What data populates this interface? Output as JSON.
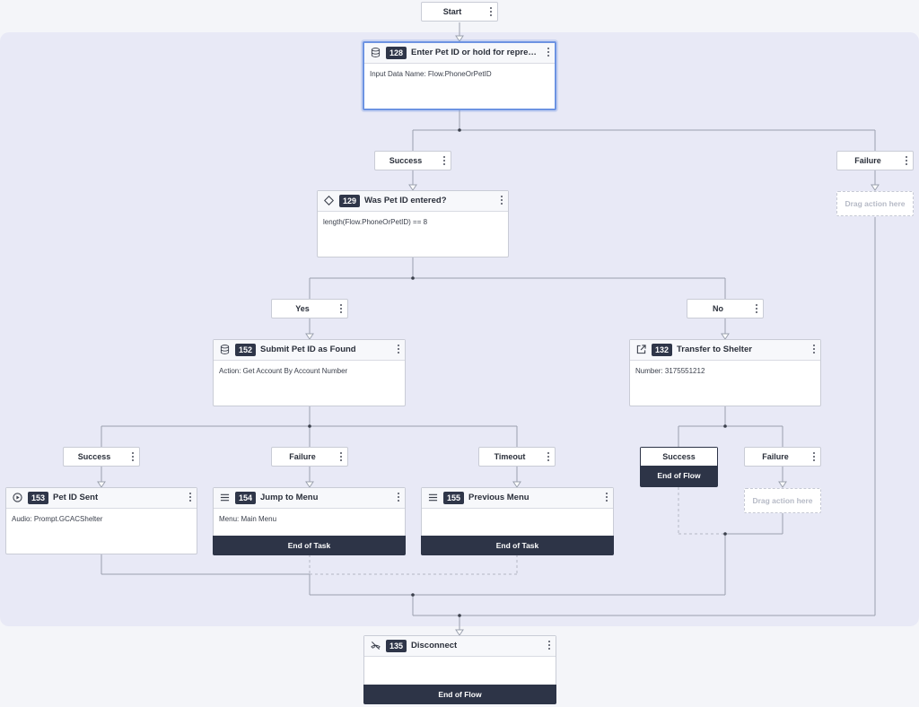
{
  "start": {
    "label": "Start"
  },
  "nodes": {
    "n128": {
      "number": "128",
      "title": "Enter Pet ID or hold for representative",
      "body": "Input Data Name: Flow.PhoneOrPetID",
      "icon": "database-icon"
    },
    "n129": {
      "number": "129",
      "title": "Was Pet ID entered?",
      "body": "length(Flow.PhoneOrPetID) == 8",
      "icon": "decision-diamond-icon"
    },
    "n152": {
      "number": "152",
      "title": "Submit Pet ID as Found",
      "body": "Action: Get Account By Account Number",
      "icon": "database-icon"
    },
    "n132": {
      "number": "132",
      "title": "Transfer to Shelter",
      "body": "Number: 3175551212",
      "icon": "external-transfer-icon"
    },
    "n153": {
      "number": "153",
      "title": "Pet ID Sent",
      "body": "Audio: Prompt.GCACShelter",
      "icon": "play-icon"
    },
    "n154": {
      "number": "154",
      "title": "Jump to Menu",
      "body": "Menu: Main Menu",
      "footer": "End of Task",
      "icon": "menu-lines-icon"
    },
    "n155": {
      "number": "155",
      "title": "Previous Menu",
      "body": "",
      "footer": "End of Task",
      "icon": "menu-lines-icon"
    },
    "n135": {
      "number": "135",
      "title": "Disconnect",
      "body": "",
      "footer": "End of Flow",
      "icon": "disconnect-icon"
    }
  },
  "branches": {
    "b128_success": "Success",
    "b128_failure": "Failure",
    "b129_yes": "Yes",
    "b129_no": "No",
    "b152_success": "Success",
    "b152_failure": "Failure",
    "b152_timeout": "Timeout",
    "b132_success": "Success",
    "b132_failure": "Failure"
  },
  "end_of_flow": "End of Flow",
  "drag_placeholder": "Drag action here",
  "colors": {
    "zone": "#e8e9f6",
    "selected_border": "#6d93e2",
    "dark_footer": "#2d3447",
    "badge": "#2f3649"
  }
}
